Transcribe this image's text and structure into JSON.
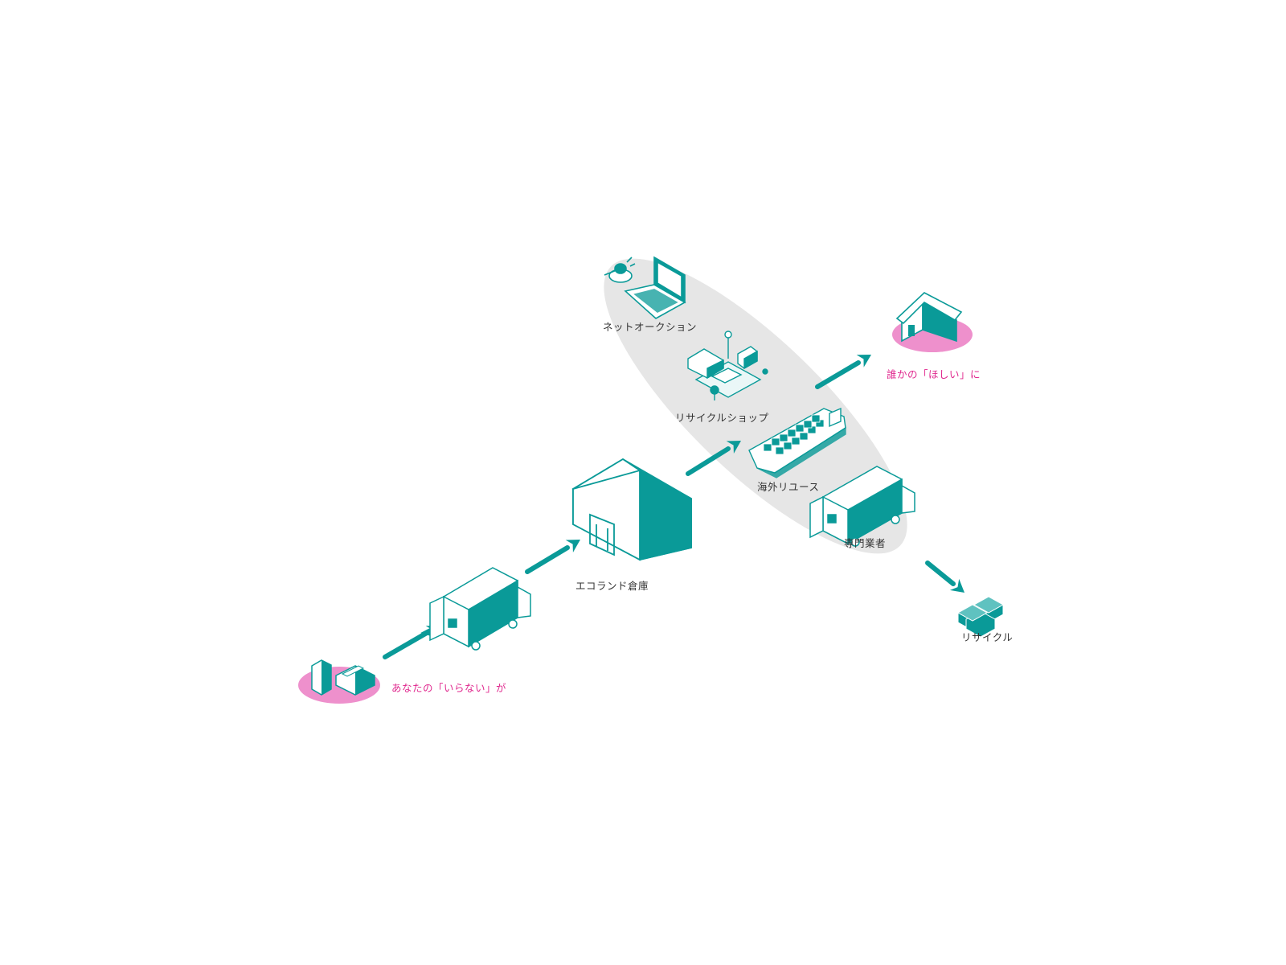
{
  "colors": {
    "teal": "#0a9a98",
    "pink": "#ee90cc",
    "gray_ellipse": "#e6e6e6",
    "accent_text": "#e0288e",
    "text": "#333333"
  },
  "labels": {
    "source": "あなたの「いらない」が",
    "warehouse": "エコランド倉庫",
    "net_auction": "ネットオークション",
    "recycle_shop": "リサイクルショップ",
    "overseas_reuse": "海外リユース",
    "specialist": "専門業者",
    "destination": "誰かの「ほしい」に",
    "recycle": "リサイクル"
  },
  "icons": [
    "appliance-icon",
    "sofa-icon",
    "truck-icon",
    "warehouse-icon",
    "laptop-icon",
    "auction-gavel-icon",
    "furniture-room-icon",
    "ship-icon",
    "house-icon",
    "recycle-blocks-icon",
    "arrow-icon"
  ]
}
